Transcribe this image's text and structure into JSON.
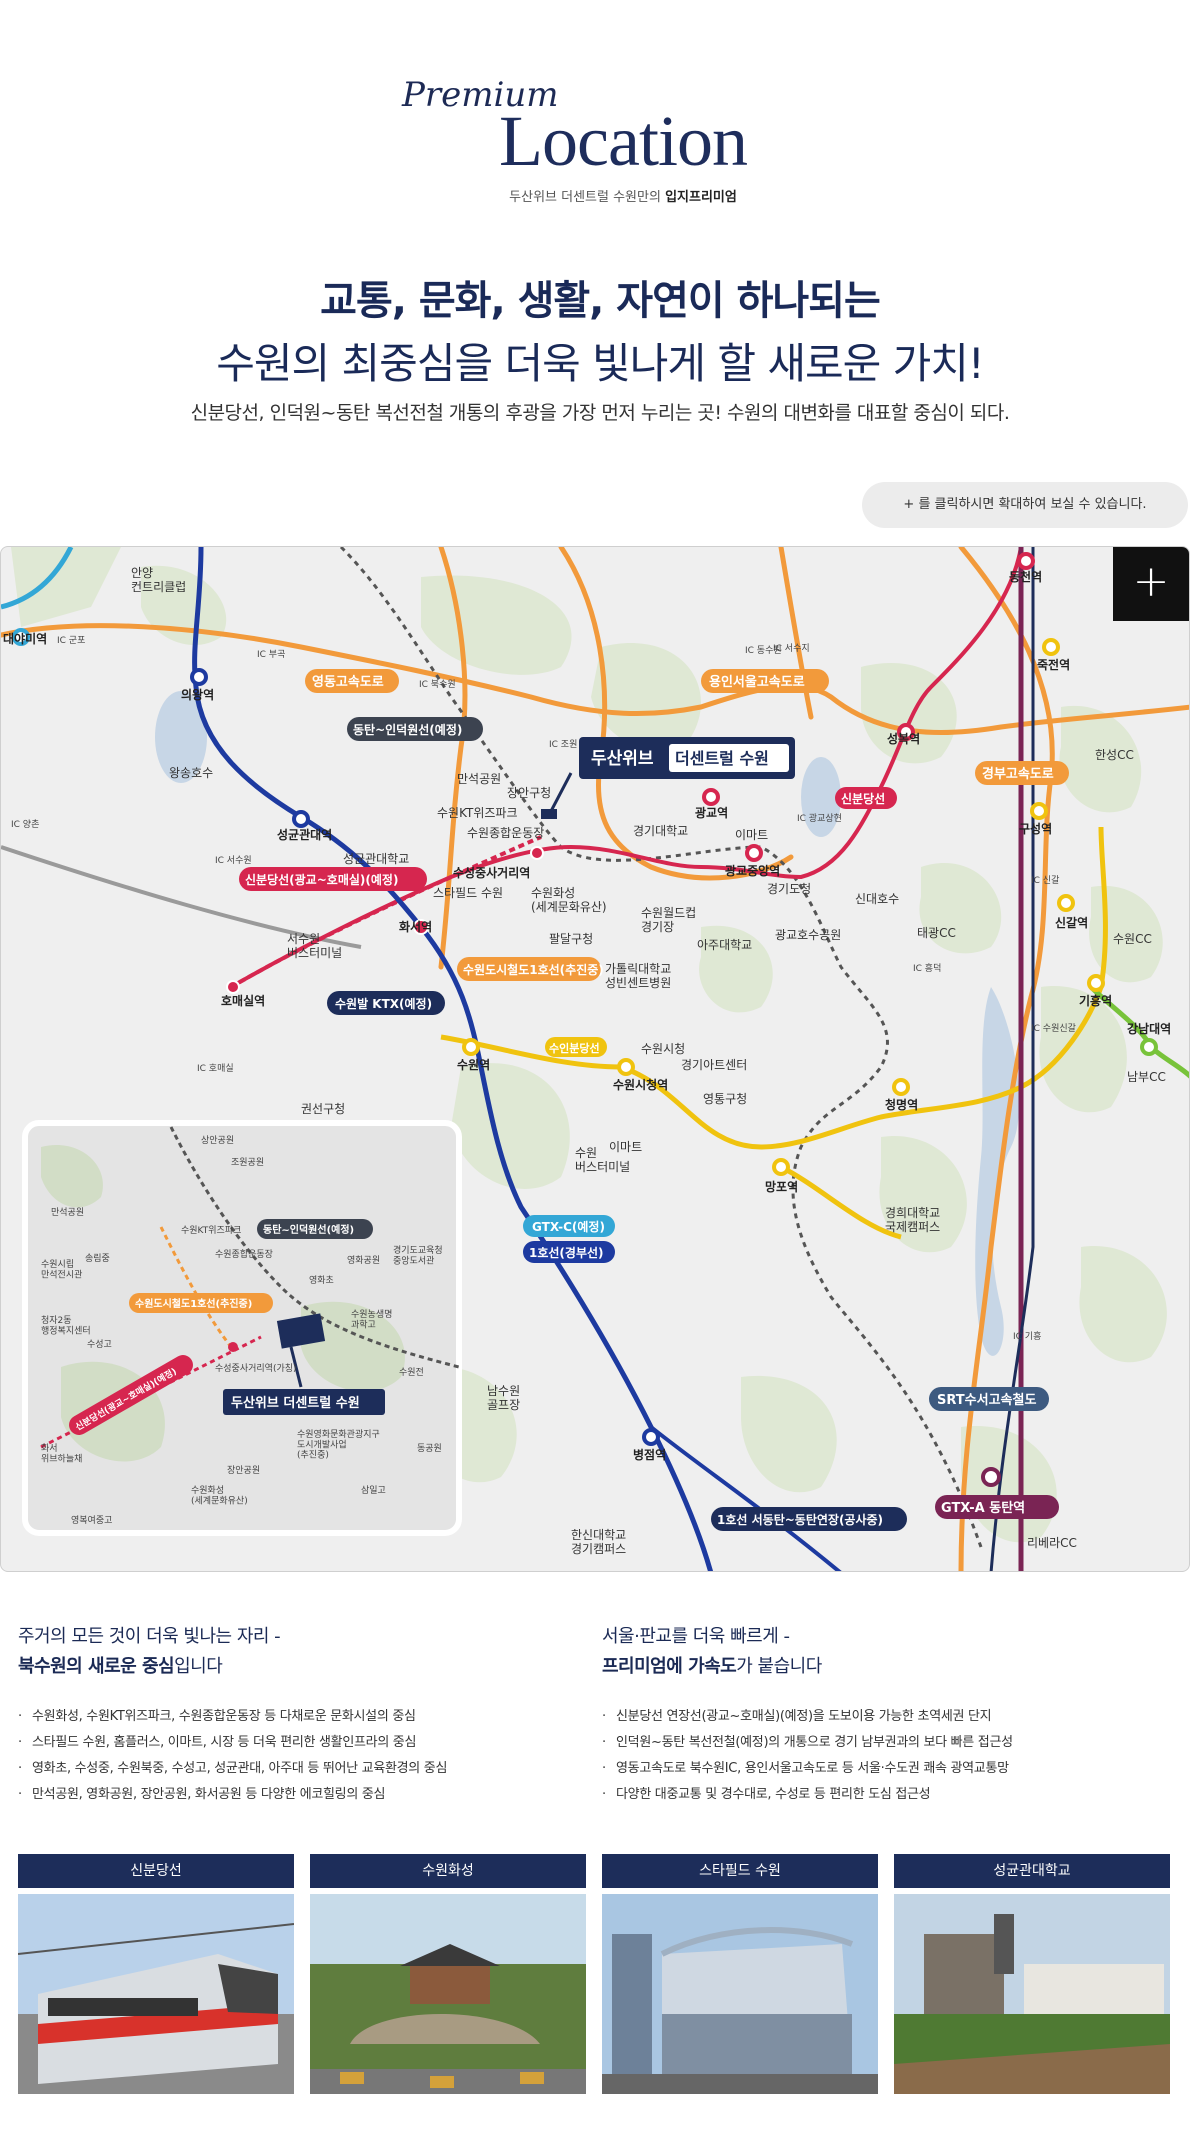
{
  "header": {
    "script_title": "Premium",
    "title": "Location",
    "subtitle_plain": "두산위브 더센트럴 수원만의 ",
    "subtitle_bold": "입지프리미엄"
  },
  "headline": {
    "line1": "교통, 문화, 생활, 자연이 하나되는",
    "line2": "수원의 최중심을 더욱 빛나게 할 새로운 가치!",
    "line3": "신분당선, 인덕원~동탄 복선전철 개통의 후광을 가장 먼저 누리는 곳! 수원의 대변화를 대표할 중심이 되다."
  },
  "zoom_hint": "+ 를 클릭하시면 확대하여 보실 수 있습니다.",
  "map": {
    "zoom_button": "+",
    "site_tag": {
      "plain": "두산위브 ",
      "bold": "더센트럴 수원"
    },
    "line_tags": {
      "yeongdong": "영동고속도로",
      "dongtan_indeok": "동탄~인덕원선(예정)",
      "sinbundang_ext": "신분당선(광교~호매실)(예정)",
      "suwon_tram1": "수원도시철도1호선(추진중)",
      "suwon_ktx": "수원발 KTX(예정)",
      "suin_bundang": "수인분당선",
      "yongin_seoul": "용인서울고속도로",
      "sinbundang": "신분당선",
      "gyeongbu": "경부고속도로",
      "gtx_c": "GTX-C(예정)",
      "line1": "1호선(경부선)",
      "srt": "SRT수서고속철도",
      "gtx_a": "GTX-A 동탄역",
      "line1_ext": "1호선 서동탄~동탄연장(공사중)"
    },
    "stations": {
      "anyang": "안양\n컨트리클럽",
      "daeyami": "대야미역",
      "uiwang": "의왕역",
      "wangsong": "왕송호수",
      "sungkyun": "성균관대역",
      "hwaseo": "화서역",
      "homaesil": "호매실역",
      "suwon": "수원역",
      "suwon_city": "수원시청역",
      "gwanggyo": "광교역",
      "gwanggyo_central": "광교중앙역",
      "sangnyeon": "성복역",
      "dongcheon": "동천역",
      "jukjeon": "죽전역",
      "guseong": "구성역",
      "singal": "신갈역",
      "giheung": "기흥역",
      "gangnam": "강남대역",
      "cheongmyeong": "청명역",
      "mangpo": "망포역",
      "byeongjeom": "병점역",
      "suwongu": "수성중사거리역",
      "site_area": "수원화성\n(세계문화유산)"
    },
    "places": {
      "manseok": "만석공원",
      "janganggu": "장안구청",
      "ktwiz": "수원KT위즈파크",
      "sports": "수원종합운동장",
      "skku": "성균관대학교",
      "starfield": "스타필드 수원",
      "paldal": "팔달구청",
      "gyeonggi_univ": "경기대학교",
      "emart1": "이마트",
      "gyeonggi_prov": "경기도청",
      "ajou": "아주대학교",
      "gwanggyo_park": "광교호수공원",
      "catholic": "가톨릭대학교\n성빈센트병원",
      "wc_stadium": "수원월드컵\n경기장",
      "suwon_city_hall": "수원시청",
      "art_center": "경기아트센터",
      "yeongtong": "영통구청",
      "seodun": "서수원\n버스터미널",
      "gwonseon": "권선구청",
      "suwon_terminal": "수원\n버스터미널",
      "emart2": "이마트",
      "kyunghee": "경희대학교\n국제캠퍼스",
      "namsuwon": "남수원\n골프장",
      "hanshin": "한신대학교\n경기캠퍼스",
      "sindae": "신대호수",
      "taegwang": "태광CC",
      "hansung": "한성CC",
      "suwon_cc": "수원CC",
      "nambu": "남부CC",
      "riviera": "리베라CC"
    },
    "ic": [
      "IC 부곡",
      "IC 북수원",
      "IC 조원",
      "IC 서수지",
      "IC 광교상현",
      "IC 신갈",
      "IC 동수원",
      "IC 흥덕",
      "IC 수원신갈",
      "IC 기흥",
      "IC 서수원",
      "IC 호매실",
      "IC 양촌",
      "IC 군포"
    ],
    "inset": {
      "labels": {
        "sangan": "상안공원",
        "jowon": "조원공원",
        "manseok": "만석공원",
        "suwon_city_office": "수원시립\n만석전시관",
        "songrim": "송림중",
        "tram": "수원도시철도1호선(추진중)",
        "cheongja": "청자2동\n행정복지센터",
        "suseong": "수성고",
        "hwaseo_station": "신분당선(광교~호매실)(예정)",
        "ktwiz": "수원KT위즈파크",
        "sports": "수원종합운동장",
        "yeongwhacho": "영화초",
        "yeongwhagongwon": "영화공원",
        "gyeonggi_edu": "경기도교육청\n중앙도서관",
        "suwon_life": "수원농생명\n과학고",
        "suwonjeon": "수원전",
        "dongtan": "동탄~인덕원선(예정)",
        "suseong_sa": "수성중사거리역(가칭)",
        "site": "두산위브 더센트럴 수원",
        "hwaseong": "수원화성\n(세계문화유산)",
        "janganggongwon": "장안공원",
        "yeongwha_culture": "수원영화문화관광지구\n도시개발사업\n(추진중)",
        "donggong": "동공원",
        "samilgo": "삼일고",
        "hwaseo_pond": "화서\n위브하늘채",
        "yeongbok": "영복여중고"
      }
    }
  },
  "info_left": {
    "title_line1": "주거의 모든 것이 더욱 빛나는 자리 -",
    "title_bold": "북수원의 새로운 중심",
    "title_tail": "입니다",
    "items": [
      "수원화성, 수원KT위즈파크, 수원종합운동장 등 다채로운 문화시설의 중심",
      "스타필드 수원, 홈플러스, 이마트, 시장 등 더욱 편리한 생활인프라의 중심",
      "영화초, 수성중, 수원북중, 수성고, 성균관대, 아주대 등 뛰어난 교육환경의 중심",
      "만석공원, 영화공원, 장안공원, 화서공원 등 다양한 에코힐링의 중심"
    ]
  },
  "info_right": {
    "title_line1": "서울·판교를 더욱 빠르게 -",
    "title_bold": "프리미엄에 가속도",
    "title_tail": "가 붙습니다",
    "items": [
      "신분당선 연장선(광교~호매실)(예정)을 도보이용 가능한 초역세권 단지",
      "인덕원~동탄 복선전철(예정)의 개통으로 경기 남부권과의 보다 빠른 접근성",
      "영동고속도로 북수원IC, 용인서울고속도로 등 서울·수도권 쾌속 광역교통망",
      "다양한 대중교통 및 경수대로, 수성로 등 편리한 도심 접근성"
    ]
  },
  "photos": [
    {
      "title": "신분당선"
    },
    {
      "title": "수원화성"
    },
    {
      "title": "스타필드 수원"
    },
    {
      "title": "성균관대학교"
    }
  ],
  "colors": {
    "navy": "#1d2d5a",
    "sinbundang": "#d6264f",
    "line1": "#1d3aa0",
    "gtx_a": "#7a2454",
    "suin_bundang": "#f0c30f",
    "highway": "#f29a3b",
    "everline": "#78c33a"
  }
}
